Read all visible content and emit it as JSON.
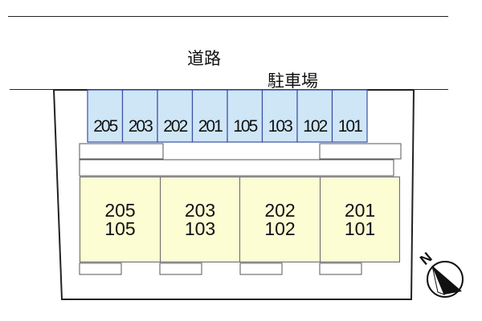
{
  "labels": {
    "road": "道路",
    "parking": "駐車場"
  },
  "parking_stalls": [
    "205",
    "203",
    "202",
    "201",
    "105",
    "103",
    "102",
    "101"
  ],
  "units": [
    {
      "upper": "205",
      "lower": "105"
    },
    {
      "upper": "203",
      "lower": "103"
    },
    {
      "upper": "202",
      "lower": "102"
    },
    {
      "upper": "201",
      "lower": "101"
    }
  ],
  "compass": {
    "label": "N",
    "icon": "compass-north-icon"
  },
  "colors": {
    "parking_fill": "#cfe6f7",
    "parking_border": "#3a4fa0",
    "unit_fill": "#fdfdd4",
    "lot_border": "#222222"
  }
}
